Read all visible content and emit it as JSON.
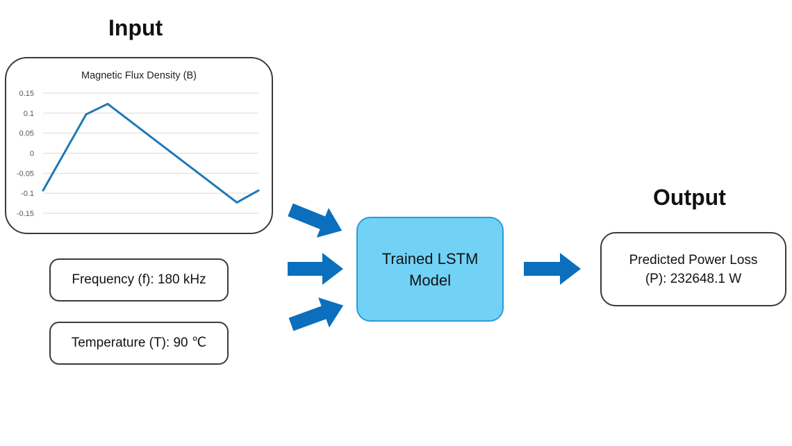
{
  "input_title": "Input",
  "output_title": "Output",
  "frequency_text": "Frequency  (f): 180 kHz",
  "temperature_text": "Temperature  (T): 90 ℃",
  "model_text": "Trained LSTM\nModel",
  "result_text": "Predicted Power Loss\n(P): 232648.1 W",
  "colors": {
    "series": "#1f77b4",
    "model_fill": "#71d2f6",
    "model_border": "#2d9ad6",
    "arrow": "#0b6fbd"
  },
  "chart_data": {
    "type": "line",
    "title": "Magnetic Flux Density (B)",
    "xlabel": "",
    "ylabel": "",
    "ylim": [
      -0.15,
      0.15
    ],
    "yticks": [
      0.15,
      0.1,
      0.05,
      0,
      -0.05,
      -0.1,
      -0.15
    ],
    "ytick_labels": [
      "0.15",
      "0.1",
      "0.05",
      "0",
      "-0.05",
      "-0.1",
      "-0.15"
    ],
    "grid": true,
    "x": [
      0,
      0.2,
      0.3,
      0.9,
      1.0
    ],
    "y": [
      -0.093,
      0.097,
      0.123,
      -0.123,
      -0.093
    ]
  }
}
